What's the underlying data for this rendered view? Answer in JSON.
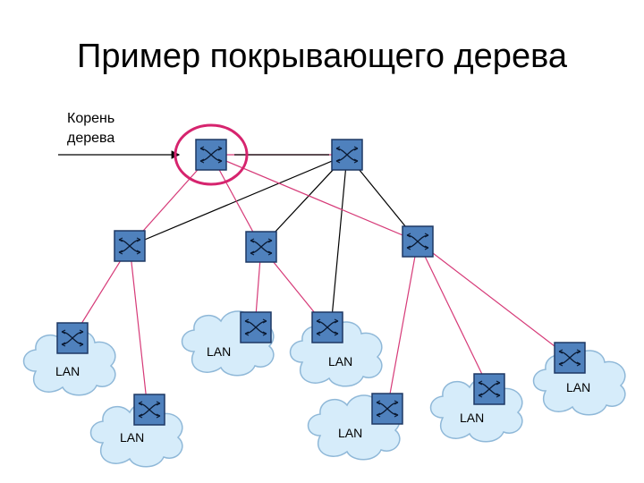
{
  "title": "Пример покрывающего дерева",
  "root_label": {
    "line1": "Корень",
    "line2": "дерева"
  },
  "lan_label": "LAN",
  "colors": {
    "tree_link": "#d63a78",
    "other_link": "#000000",
    "root_circle": "#d6246e",
    "switch_fill": "#4f81bd",
    "switch_border": "#1f3864",
    "cloud_fill": "#d6ecfa",
    "cloud_stroke": "#8fb8d8"
  },
  "icons": {
    "switch": "switch-icon",
    "cloud": "lan-cloud-icon"
  }
}
